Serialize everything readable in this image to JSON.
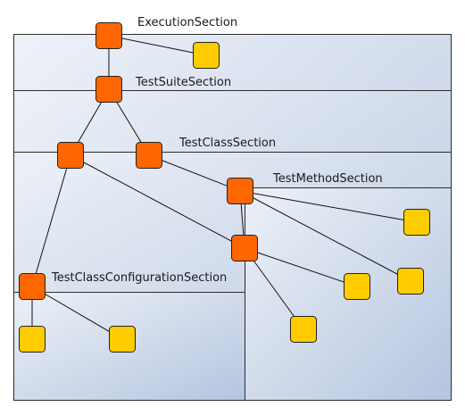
{
  "colors": {
    "region_light": "#eef2f9",
    "region_dark": "#b7c6e0",
    "section_border": "#2b2b2b",
    "section_node": "#ff6600",
    "leaf_node": "#ffcc00",
    "node_stroke": "#222222",
    "edge": "#111111"
  },
  "sections": {
    "execution": "ExecutionSection",
    "test_suite": "TestSuiteSection",
    "test_class": "TestClassSection",
    "test_method": "TestMethodSection",
    "test_class_configuration": "TestClassConfigurationSection"
  }
}
